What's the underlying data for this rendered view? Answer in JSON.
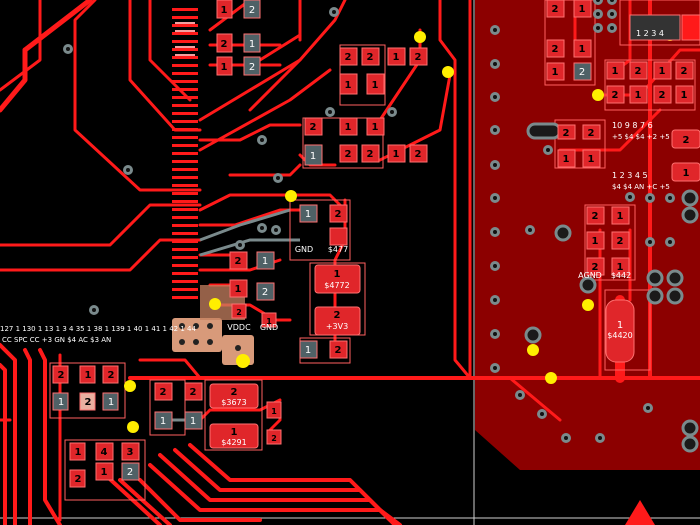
{
  "colors": {
    "background": "#000000",
    "copper_plane": "#8c0000",
    "trace": "#ff1a1a",
    "pad": "#e0262a",
    "via_ring": "#7a8a8c",
    "via_hole": "#111111",
    "highlight_via": "#ffee00",
    "selected_pad": "#d89a7a",
    "text": "#ffffff",
    "divider": "#cfcfcf"
  },
  "pins": {
    "one": "1",
    "two": "2",
    "three": "3",
    "four": "4"
  },
  "nets": {
    "gnd": "GND",
    "vddc": "VDDC",
    "agnd": "AGND",
    "v3v3": "+3V3",
    "n477": "$477",
    "n4772": "$4772",
    "n3673": "$3673",
    "n4291": "$4291",
    "n4420": "$4420",
    "n442": "$442"
  },
  "labels": {
    "right_pins_a": "1 2 3 4",
    "right_pins_b": "10 9 8 7 6",
    "right_nets_b": "+5 $4 $4 +2 +5",
    "right_pins_c": "1 2 3 4 5",
    "right_nets_c": "$4 $4 AN +C +5",
    "bottom_pins": "127 1 130 1 13 1 3 4 35 1 38 1 139 1 40 1 41 1 42 1 44",
    "bottom_nets": "CC SPC CC +3 GN $4 AC $3 AN"
  }
}
